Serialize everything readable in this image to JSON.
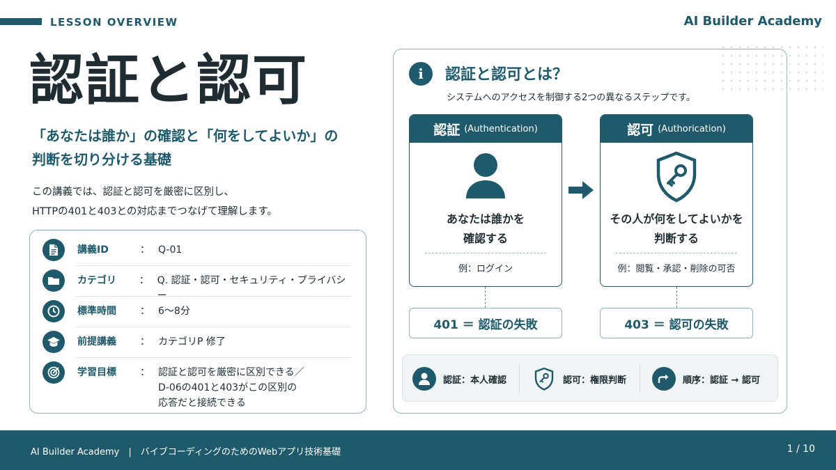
{
  "header": {
    "section_label": "LESSON OVERVIEW",
    "brand": "AI Builder Academy"
  },
  "title": "認証と認可",
  "subtitle_line1": "「あなたは誰か」の確認と「何をしてよいか」の",
  "subtitle_line2": "判断を切り分ける基礎",
  "intro_line1": "この講義では、認証と認可を厳密に区別し、",
  "intro_line2": "HTTPの401と403との対応までつなげて理解します。",
  "info": {
    "colon": "：",
    "rows": [
      {
        "label": "講義ID",
        "value": "Q-01",
        "icon": "document-icon"
      },
      {
        "label": "カテゴリ",
        "value": "Q. 認証・認可・セキュリティ・プライバシー",
        "icon": "folder-icon"
      },
      {
        "label": "標準時間",
        "value": "6〜8分",
        "icon": "clock-icon"
      },
      {
        "label": "前提講義",
        "value": "カテゴリP 修了",
        "icon": "graduation-cap-icon"
      },
      {
        "label": "学習目標",
        "value_lines": [
          "認証と認可を厳密に区別できる／",
          "D-06の401と403がこの区別の",
          "応答だと接続できる"
        ],
        "icon": "target-icon"
      }
    ]
  },
  "panel": {
    "icon_glyph": "i",
    "title": "認証と認可とは？",
    "description": "システムへのアクセスを制御する2つの異なるステップです。",
    "authn": {
      "title": "認証",
      "title_en": "(Authentication)",
      "main_line1": "あなたは誰かを",
      "main_line2": "確認する",
      "example": "例：ログイン",
      "code": "401 ＝ 認証の失敗"
    },
    "authz": {
      "title": "認可",
      "title_en": "(Authorication)",
      "main_line1": "その人が何をしてよいかを",
      "main_line2": "判断する",
      "example": "例：閲覧・承認・削除の可否",
      "code": "403 ＝ 認可の失敗"
    },
    "summary": [
      {
        "text": "認証：本人確認",
        "icon": "user-icon"
      },
      {
        "text": "認可：権限判断",
        "icon": "shield-key-icon"
      },
      {
        "text": "順序：認証 → 認可",
        "icon": "arrow-circle-icon"
      }
    ]
  },
  "footer": {
    "text": "AI Builder Academy　|　バイブコーディングのためのWebアプリ技術基礎",
    "page": "1 / 10"
  },
  "colors": {
    "accent": "#1e5a6b",
    "text": "#1f2d33",
    "border": "#8fb3be"
  }
}
